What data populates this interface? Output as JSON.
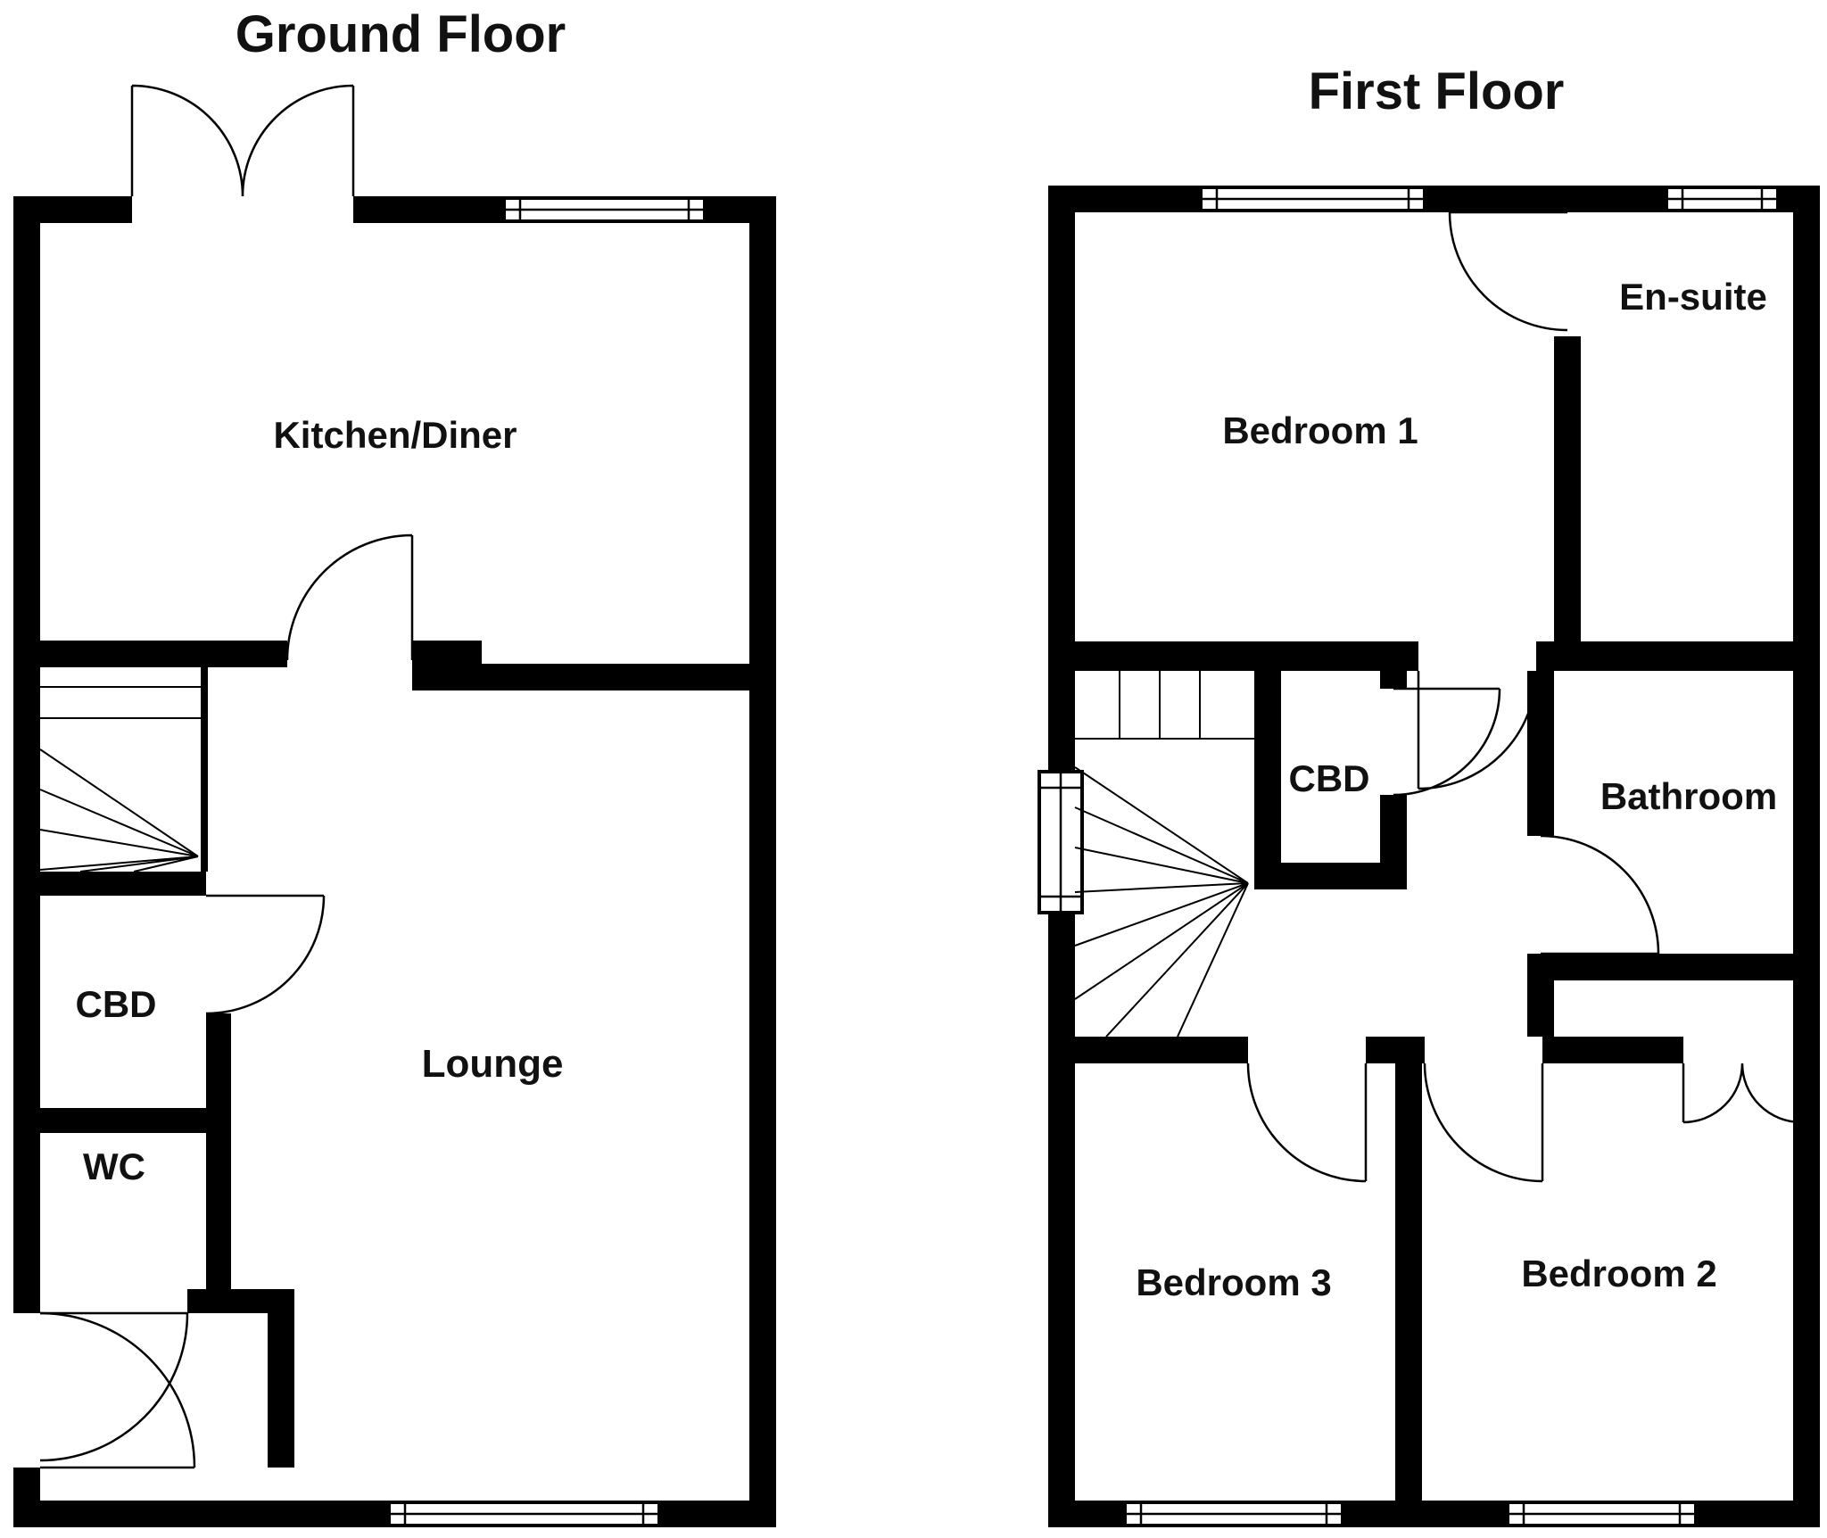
{
  "meta": {
    "background_color": "#ffffff",
    "wall_color": "#000000",
    "text_color": "#111111"
  },
  "plans": [
    {
      "id": "ground-floor",
      "title": "Ground Floor",
      "rooms": [
        {
          "id": "kitchen-diner",
          "label": "Kitchen/Diner"
        },
        {
          "id": "cbd",
          "label": "CBD"
        },
        {
          "id": "lounge",
          "label": "Lounge"
        },
        {
          "id": "wc",
          "label": "WC"
        }
      ]
    },
    {
      "id": "first-floor",
      "title": "First Floor",
      "rooms": [
        {
          "id": "bedroom-1",
          "label": "Bedroom 1"
        },
        {
          "id": "en-suite",
          "label": "En-suite"
        },
        {
          "id": "cbd",
          "label": "CBD"
        },
        {
          "id": "bathroom",
          "label": "Bathroom"
        },
        {
          "id": "bedroom-3",
          "label": "Bedroom 3"
        },
        {
          "id": "bedroom-2",
          "label": "Bedroom 2"
        }
      ]
    }
  ]
}
